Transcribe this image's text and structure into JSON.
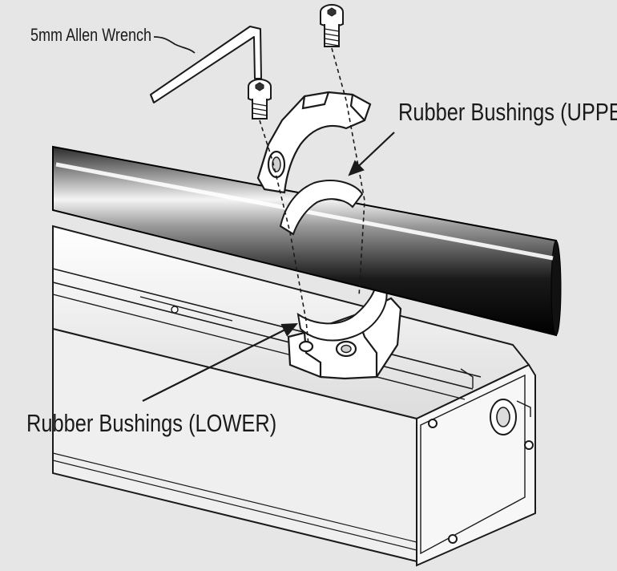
{
  "labels": {
    "wrench": "5mm Allen Wrench",
    "upper_bushings": "Rubber Bushings (UPPER)",
    "lower_bushings": "Rubber Bushings (LOWER)"
  },
  "colors": {
    "background": "#e6e6e6",
    "line": "#1a1a1a",
    "part_fill": "#ffffff",
    "shadow": "#c8c8c8",
    "tube_dark": "#111111",
    "tube_highlight": "#ffffff"
  }
}
